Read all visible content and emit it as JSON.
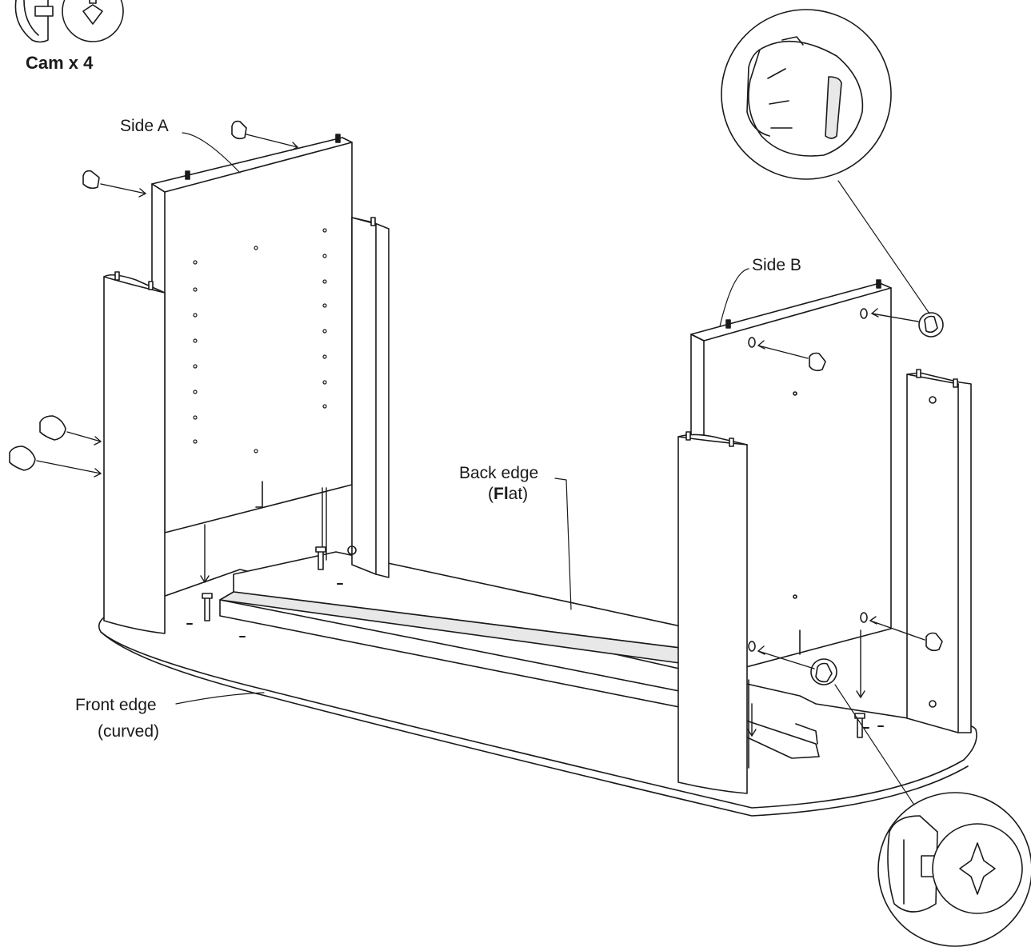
{
  "labels": {
    "cam_count": "Cam x  4",
    "side_a": "Side A",
    "side_b": "Side B",
    "back_edge": "Back edge",
    "back_edge_open": "(",
    "back_edge_bold": "Fl",
    "back_edge_rest": "at)",
    "front_edge": "Front edge",
    "front_edge_note": "(curved)"
  },
  "colors": {
    "line": "#1a1a1a",
    "fill": "#ffffff",
    "shade": "#e8e8e8"
  },
  "icons": [
    "cam-lock-icon",
    "cam-bolt-icon",
    "magnified-cam-icon",
    "magnified-bolt-icon"
  ]
}
